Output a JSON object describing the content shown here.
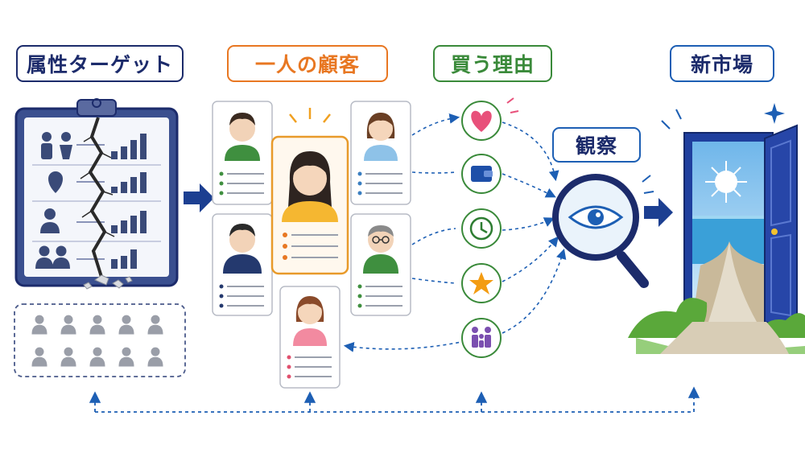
{
  "labels": {
    "attribute_target": "属性ターゲット",
    "single_customer": "一人の顧客",
    "buying_reason": "買う理由",
    "new_market": "新市場",
    "observation": "観察"
  },
  "reasons": [
    {
      "icon": "heart-icon",
      "color": "#e8507a"
    },
    {
      "icon": "wallet-icon",
      "color": "#1e4fa8"
    },
    {
      "icon": "clock-icon",
      "color": "#2e7d32"
    },
    {
      "icon": "star-icon",
      "color": "#f39c12"
    },
    {
      "icon": "family-icon",
      "color": "#7b4fb0"
    }
  ],
  "colors": {
    "navy": "#1c2b6b",
    "orange": "#e87722",
    "green": "#3a8a3a",
    "blue": "#1d5fb4",
    "door_blue": "#1f3f9e",
    "sea": "#3aa0d8",
    "grass": "#5aa83a"
  }
}
